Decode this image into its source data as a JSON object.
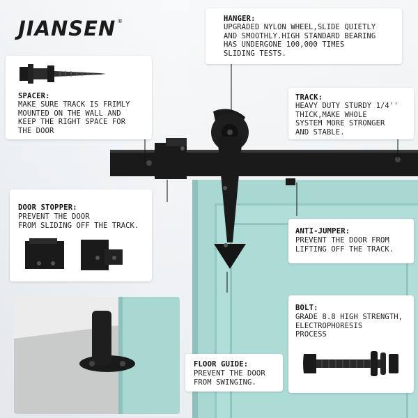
{
  "brand": {
    "logo_text": "JIANSEN",
    "registered_mark": "®"
  },
  "callouts": {
    "hanger": {
      "title": "HANGER:",
      "body": "UPGRADED NYLON WHEEL,SLIDE QUIETLY\nAND SMOOTHLY.HIGH STANDARD BEARING\nHAS UNDERGONE 100,000 TIMES\nSLIDING TESTS."
    },
    "spacer": {
      "title": "SPACER:",
      "body": "MAKE SURE TRACK IS FRIMLY\nMOUNTED ON THE WALL AND\nKEEP THE RIGHT SPACE FOR\nTHE DOOR"
    },
    "track": {
      "title": "TRACK:",
      "body": "Heavy duty sturdy 1/4''\nthick,make whole\nsystem more stronger\nand stable."
    },
    "door_stopper": {
      "title": "DOOR STOPPER:",
      "body": "PREVENT THE DOOR\nFROM SLIDING OFF THE TRACK."
    },
    "anti_jumper": {
      "title": "ANTI-JUMPER:",
      "body": "PREVENT THE DOOR FROM\nLIFTING OFF THE TRACK."
    },
    "bolt": {
      "title": "BOLT:",
      "body": "GRADE 8.8 HIGH STRENGTH,\nELECTROPHORESIS\nPROCESS"
    },
    "floor_guide": {
      "title": "FLOOR GUIDE:",
      "body": "PREVENT THE DOOR\nFROM SWINGING."
    }
  },
  "colors": {
    "hardware": "#1a1a1a",
    "door": "#a9d8d3",
    "wall": "#eef1f3",
    "card": "#ffffff"
  }
}
